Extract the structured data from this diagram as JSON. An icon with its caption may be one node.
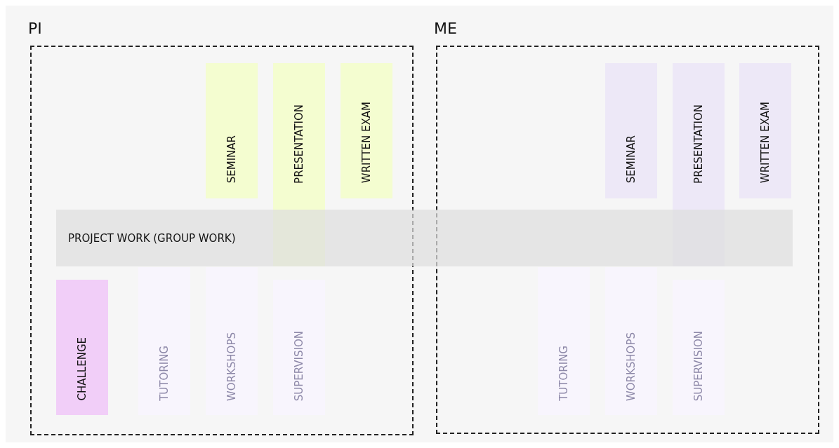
{
  "diagram": {
    "nodes": [
      {
        "text": [
          "PI"
        ]
      },
      {
        "text": [
          "SEMINAR"
        ],
        "in": 0
      },
      {
        "text": [
          "PRESENTATION"
        ],
        "in": 0
      },
      {
        "text": [
          "WRITTEN EXAM"
        ],
        "in": 0
      },
      {
        "text": [
          "ME"
        ]
      },
      {
        "text": [
          "SEMINAR"
        ],
        "in": 4
      },
      {
        "text": [
          "PRESENTATION"
        ],
        "in": 4
      },
      {
        "text": [
          "WRITTEN EXAM"
        ],
        "in": 4
      },
      {
        "text": [
          "PROJECT WORK (GROUP WORK)"
        ]
      },
      {
        "text": [
          "CHALLENGE"
        ],
        "in": 0
      },
      {
        "text": [
          "TUTORING"
        ],
        "in": 0
      },
      {
        "text": [
          "WORKSHOPS"
        ],
        "in": 0
      },
      {
        "text": [
          "SUPERVISION"
        ],
        "in": 0
      },
      {
        "text": [
          "TUTORING"
        ],
        "in": 4
      },
      {
        "text": [
          "WORKSHOPS"
        ],
        "in": 4
      },
      {
        "text": [
          "SUPERVISION"
        ],
        "in": 4
      }
    ]
  }
}
